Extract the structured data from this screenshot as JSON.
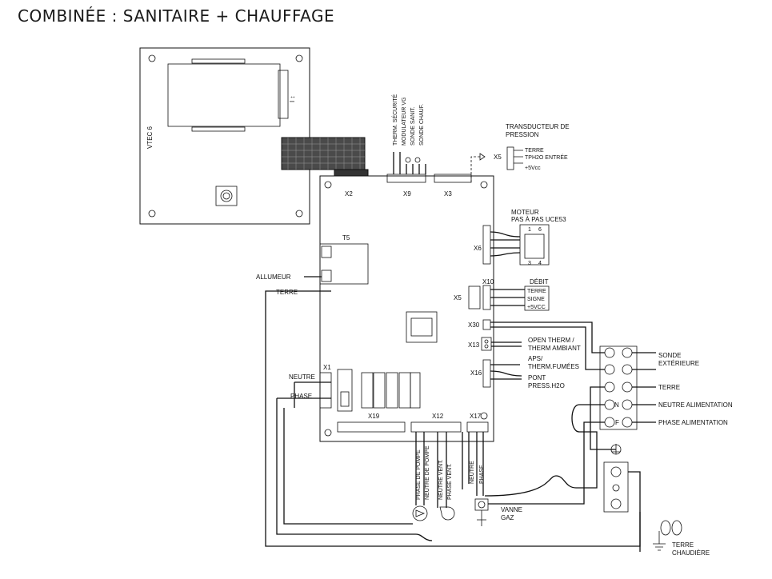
{
  "title": "COMBINÉE : SANITAIRE + CHAUFFAGE",
  "display_board": {
    "label": "VTEC 6",
    "symbol": "I ↕"
  },
  "connectors": {
    "x1": "X1",
    "x2": "X2",
    "x3": "X3",
    "x5": "X5",
    "x6": "X6",
    "x9": "X9",
    "x10": "X10",
    "x12": "X12",
    "x13": "X13",
    "x16": "X16",
    "x17": "X17",
    "x19": "X19",
    "x30": "X30",
    "t5": "T5",
    "x5_top": "X5"
  },
  "labels": {
    "therm_securite": "THERM. SÉCURITÉ",
    "modulateur_vg": "MODULATEUR VG",
    "sonde_sanit": "SONDE SANIT.",
    "sonde_chauf": "SONDE CHAUF.",
    "transducteur_1": "TRANSDUCTEUR DE",
    "transducteur_2": "PRESSION",
    "terre": "TERRE",
    "tph2o": "TPH2O ENTRÉE",
    "plus5vcc": "+5Vcc",
    "moteur_1": "MOTEUR",
    "moteur_2": "PAS À PAS UCE53",
    "pin_1": "1",
    "pin_6": "6",
    "pin_3": "3",
    "pin_4": "4",
    "debit": "DÉBIT",
    "debit_terre": "TERRE",
    "debit_signe": "SIGNE",
    "debit_5vcc": "+5VCC",
    "open_therm_1": "OPEN THERM /",
    "open_therm_2": "THERM AMBIANT",
    "aps_1": "APS/",
    "aps_2": "THERM.FUMÉES",
    "pont_1": "PONT",
    "pont_2": "PRESS.H2O",
    "allumeur": "ALLUMEUR",
    "terre_left": "TERRE",
    "neutre": "NEUTRE",
    "phase": "PHASE",
    "phase_pompe": "PHASE DE POMPE",
    "neutre_pompe": "NEUTRE DE POMPE",
    "neutre_vent": "NEUTRE VENT.",
    "phase_vent": "PHASE VENT.",
    "neutre_17": "NEUTRE",
    "phase_17": "PHASE",
    "vanne_1": "VANNE",
    "vanne_2": "GAZ",
    "sonde_ext_1": "SONDE",
    "sonde_ext_2": "EXTÉRIEURE",
    "tb_terre": "TERRE",
    "neutre_alim": "NEUTRE ALIMENTATION",
    "phase_alim": "PHASE ALIMENTATION",
    "tb_n": "N",
    "tb_f": "F",
    "terre_chaud_1": "TERRE",
    "terre_chaud_2": "CHAUDIÈRE"
  }
}
